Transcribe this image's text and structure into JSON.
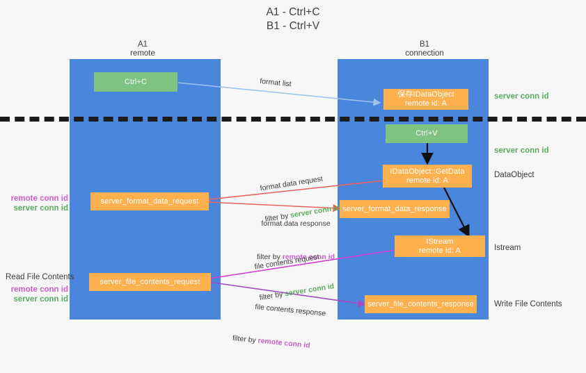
{
  "title": "A1 - Ctrl+C\nB1 - Ctrl+V",
  "colors": {
    "background": "#f7f7f7",
    "lane": "#4a86dc",
    "node_green": "#7ec381",
    "node_orange": "#fcb04e",
    "server_conn_id": "#5aab5f",
    "remote_conn_id": "#c860c8",
    "arrow_blue": "#9dc3ec",
    "arrow_red": "#e8655c",
    "arrow_magenta": "#d13fd1",
    "arrow_purple": "#a64bc4",
    "arrow_black": "#111111",
    "separator": "#1b1b1b"
  },
  "columns": [
    {
      "name": "A1",
      "sub": "remote",
      "label": "A1\nremote"
    },
    {
      "name": "B1",
      "sub": "connection",
      "label": "B1\nconnection"
    }
  ],
  "nodes": {
    "ctrl_c": {
      "label": "Ctrl+C",
      "kind": "green"
    },
    "save_idataobject": {
      "label": "保存IDataObject\nremote id: A",
      "kind": "orange"
    },
    "ctrl_v": {
      "label": "Ctrl+V",
      "kind": "green"
    },
    "getdata": {
      "label": "IDataObject::GetData\nremote id: A",
      "kind": "orange"
    },
    "fmt_req": {
      "label": "server_format_data_request",
      "kind": "orange"
    },
    "fmt_resp": {
      "label": "server_format_data_response",
      "kind": "orange"
    },
    "istream": {
      "label": "IStream\nremote id: A",
      "kind": "orange"
    },
    "file_req": {
      "label": "server_file_contents_request",
      "kind": "orange"
    },
    "file_resp": {
      "label": "server_file_contents_response",
      "kind": "orange"
    }
  },
  "right_labels": [
    {
      "id": "server-conn-id-top",
      "text": "server conn id",
      "style": "green"
    },
    {
      "id": "server-conn-id-second",
      "text": "server conn id",
      "style": "green"
    },
    {
      "id": "dataobject",
      "text": "DataObject",
      "style": "dark"
    },
    {
      "id": "istream",
      "text": "Istream",
      "style": "dark"
    },
    {
      "id": "write-file-contents",
      "text": "Write File Contents",
      "style": "dark"
    }
  ],
  "left_labels": {
    "pair_top": {
      "remote": "remote conn id",
      "server": "server conn id"
    },
    "read_file_contents": "Read File Contents",
    "pair_bottom": {
      "remote": "remote conn id",
      "server": "server conn id"
    }
  },
  "edge_labels": {
    "format_list": "format list",
    "format_data_request": {
      "line1": "format data request",
      "prefix": "filter by ",
      "key": "server conn id",
      "key_style": "green"
    },
    "format_data_response": {
      "line1": "format data response",
      "prefix": "filter by ",
      "key": "remote conn id",
      "key_style": "magenta"
    },
    "file_contents_request": {
      "line1": "file contents request",
      "prefix": "filter by ",
      "key": "server conn id",
      "key_style": "green"
    },
    "file_contents_response": {
      "line1": "file contents response",
      "prefix": "filter by ",
      "key": "remote conn id",
      "key_style": "magenta"
    }
  }
}
